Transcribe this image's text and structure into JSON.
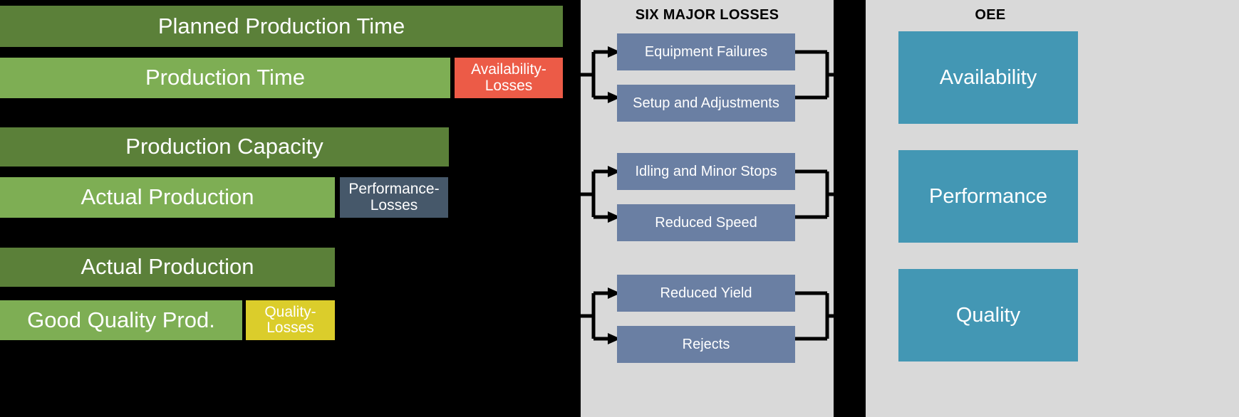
{
  "diagram": {
    "title": "OEE Six Major Losses Diagram",
    "colors": {
      "background": "#000000",
      "panel_bg": "#d9d9d9",
      "bar_dark_green": "#5b8039",
      "bar_light_green": "#7eae54",
      "availability_loss": "#ec5b47",
      "performance_loss": "#46586a",
      "quality_loss": "#dbcd2b",
      "loss_box": "#6a7fa3",
      "oee_box": "#4397b4",
      "connector": "#000000",
      "text_on_fill": "#ffffff",
      "panel_title_text": "#000000"
    }
  },
  "timeline": {
    "rows": [
      {
        "label": "Planned  Production Time",
        "loss_label": null
      },
      {
        "label": "Production Time",
        "loss_label": "Availability-\nLosses"
      },
      {
        "label": "Production Capacity",
        "loss_label": null
      },
      {
        "label": "Actual Production",
        "loss_label": "Performance-\nLosses"
      },
      {
        "label": "Actual Production",
        "loss_label": null
      },
      {
        "label": "Good Quality Prod.",
        "loss_label": "Quality-\nLosses"
      }
    ],
    "bars": {
      "planned_production_time": "Planned  Production Time",
      "production_time": "Production Time",
      "availability_losses_line1": "Availability-",
      "availability_losses_line2": "Losses",
      "production_capacity": "Production Capacity",
      "actual_production_1": "Actual Production",
      "performance_losses_line1": "Performance-",
      "performance_losses_line2": "Losses",
      "actual_production_2": "Actual Production",
      "good_quality_production": "Good Quality Prod.",
      "quality_losses_line1": "Quality-",
      "quality_losses_line2": "Losses"
    }
  },
  "losses_panel": {
    "title": "SIX MAJOR LOSSES",
    "groups": [
      {
        "group": "availability",
        "items": [
          "Equipment Failures",
          "Setup and Adjustments"
        ]
      },
      {
        "group": "performance",
        "items": [
          "Idling and Minor Stops",
          "Reduced Speed"
        ]
      },
      {
        "group": "quality",
        "items": [
          "Reduced Yield",
          "Rejects"
        ]
      }
    ],
    "items": {
      "equipment_failures": "Equipment Failures",
      "setup_and_adjustments": "Setup and Adjustments",
      "idling_and_minor_stops": "Idling and Minor Stops",
      "reduced_speed": "Reduced Speed",
      "reduced_yield": "Reduced Yield",
      "rejects": "Rejects"
    }
  },
  "oee_panel": {
    "title": "OEE",
    "metrics": [
      "Availability",
      "Performance",
      "Quality"
    ],
    "items": {
      "availability": "Availability",
      "performance": "Performance",
      "quality": "Quality"
    }
  }
}
